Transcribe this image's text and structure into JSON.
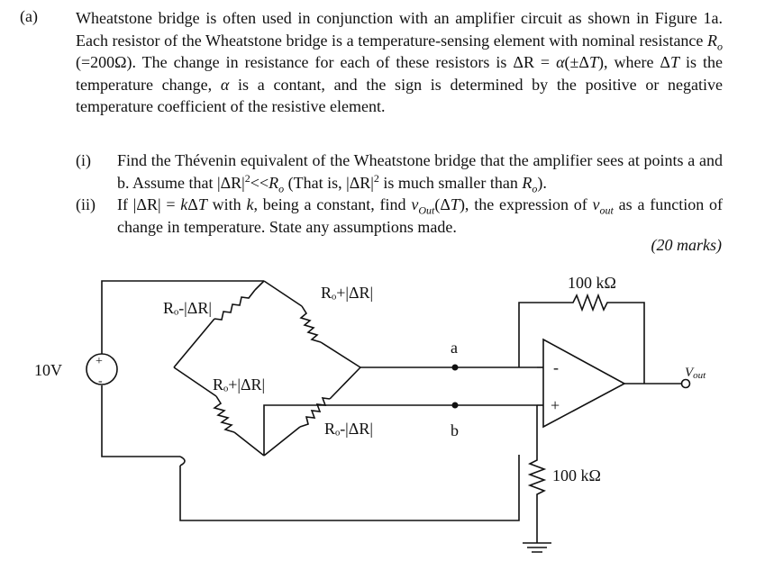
{
  "question": {
    "part": "(a)",
    "intro_1": "Wheatstone bridge is often used in conjunction with an amplifier circuit as shown in Figure 1a. Each resistor of the Wheatstone bridge is a temperature-sensing element with nominal resistance ",
    "intro_ro": "R",
    "intro_ro_sub": "o",
    "intro_2": " (=200Ω). The change in resistance for each of these resistors is ΔR = ",
    "intro_alpha": "α",
    "intro_3": "(±Δ",
    "intro_t": "T",
    "intro_4": "), where Δ",
    "intro_t2": "T",
    "intro_5": " is the temperature change, ",
    "intro_alpha2": "α",
    "intro_6": " is a contant, and the sign is determined by the positive or negative temperature coefficient of the resistive element.",
    "i_num": "(i)",
    "i_1": "Find the Thévenin equivalent of the Wheatstone bridge that the amplifier sees at points a and b. Assume that |ΔR|",
    "i_sup": "2",
    "i_2": "<<",
    "i_ro": "R",
    "i_ro_sub": "o",
    "i_3": " (That is, |ΔR|",
    "i_sup2": "2",
    "i_4": " is much smaller than ",
    "i_ro2": "R",
    "i_ro2_sub": "o",
    "i_5": ").",
    "ii_num": "(ii)",
    "ii_1": "If |ΔR| = ",
    "ii_k": "k",
    "ii_2": "Δ",
    "ii_t": "T",
    "ii_3": " with ",
    "ii_k2": "k",
    "ii_4": ", being a constant, find ",
    "ii_v": "v",
    "ii_v_sub": "Out",
    "ii_5": "(Δ",
    "ii_t2": "T",
    "ii_6": "), the expression of ",
    "ii_v2": "v",
    "ii_v2_sub": "out",
    "ii_7": " as a function of change in temperature. State any assumptions made.",
    "marks": "(20 marks)"
  },
  "circuit": {
    "source_label": "10V",
    "source_plus": "+",
    "source_minus": "-",
    "r_top_left": "Rₒ-|ΔR|",
    "r_top_right": "Rₒ+|ΔR|",
    "r_bottom_left": "Rₒ+|ΔR|",
    "r_bottom_right": "Rₒ-|ΔR|",
    "node_a": "a",
    "node_b": "b",
    "r_feedback": "100 kΩ",
    "r_ground": "100 kΩ",
    "opamp_minus": "-",
    "opamp_plus": "+",
    "vout_v": "V",
    "vout_sub": "out"
  }
}
